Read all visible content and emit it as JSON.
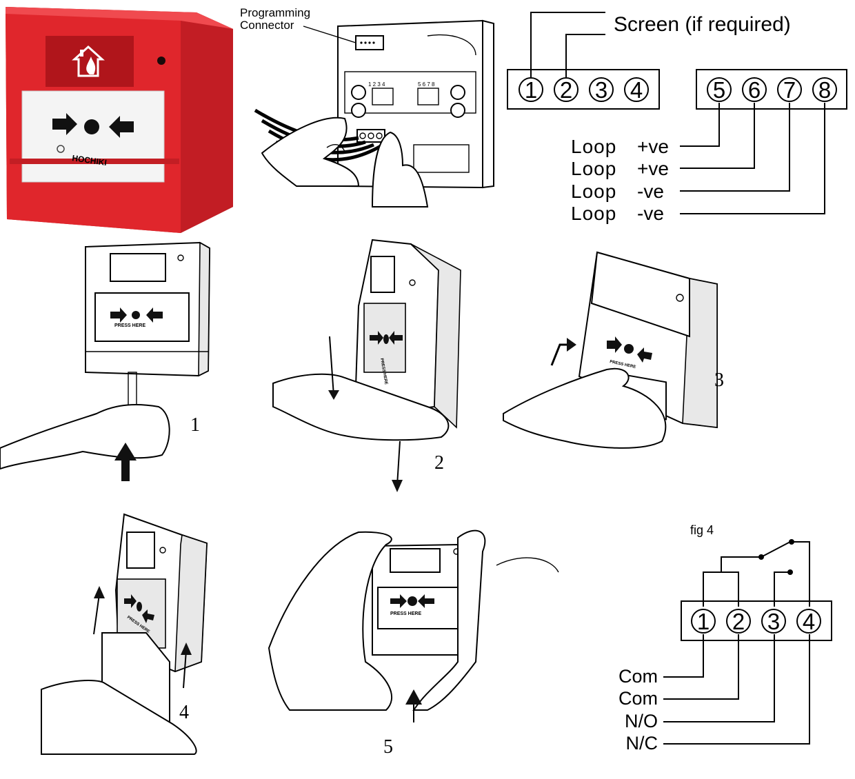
{
  "product": {
    "brand": "HOCHIKI",
    "brand_color": "#d9232a",
    "body_color": "#e0262c",
    "icon": "house-fire-icon"
  },
  "wiring_diagram": {
    "programming_connector_label_line1": "Programming",
    "programming_connector_label_line2": "Connector",
    "board_numbers_left": "1 2 3 4",
    "board_numbers_right": "5 6 7 8",
    "screen_label": "Screen (if required)",
    "terminals_left": [
      "1",
      "2",
      "3",
      "4"
    ],
    "terminals_right": [
      "5",
      "6",
      "7",
      "8"
    ],
    "loop_labels": [
      {
        "name": "Loop",
        "polarity": "+ve"
      },
      {
        "name": "Loop",
        "polarity": "+ve"
      },
      {
        "name": "Loop",
        "polarity": "-ve"
      },
      {
        "name": "Loop",
        "polarity": "-ve"
      }
    ]
  },
  "steps": {
    "press_here": "PRESS HERE",
    "labels": [
      "1",
      "2",
      "3",
      "4",
      "5"
    ]
  },
  "relay_diagram": {
    "title": "fig 4",
    "terminals": [
      "1",
      "2",
      "3",
      "4"
    ],
    "outputs": [
      "Com",
      "Com",
      "N/O",
      "N/C"
    ]
  }
}
